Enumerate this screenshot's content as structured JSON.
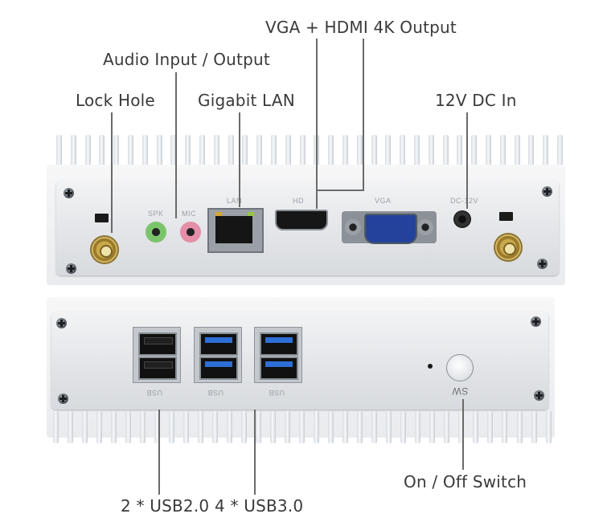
{
  "labels": {
    "video": "VGA + HDMI 4K Output",
    "audio": "Audio Input / Output",
    "lock": "Lock Hole",
    "lan": "Gigabit LAN",
    "dc": "12V DC In",
    "switch": "On / Off Switch",
    "usb2": "2 * USB2.0",
    "usb3": "4 * USB3.0"
  },
  "panel_text": {
    "spk": "SPK",
    "mic": "MIC",
    "lan": "LAN",
    "hd": "HD",
    "vga": "VGA",
    "dc": "DC-12V",
    "usb": "USB",
    "sw": "SW"
  },
  "colors": {
    "usb3_blue": "#2e6fd6",
    "audio_out": "#7bc46b",
    "mic_in": "#e58ea7",
    "vga_blue": "#23429b"
  }
}
